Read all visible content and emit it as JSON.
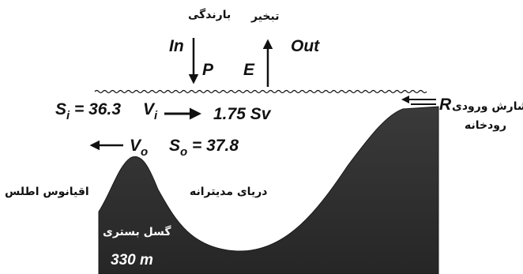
{
  "labels": {
    "precipitation_fa": "بارندگی",
    "evaporation_fa": "تبخیر",
    "in": "In",
    "out": "Out",
    "p": "P",
    "e": "E",
    "r": "R",
    "river_inflow_fa_1": "شارش ورودی",
    "river_inflow_fa_2": "رودخانه",
    "s_i_main": "S",
    "s_i_sub": "i",
    "s_i_value": " = 36.3",
    "v_i_main": "V",
    "v_i_sub": "i",
    "flow_value": "1.75 Sv",
    "v_o_main": "V",
    "v_o_sub": "o",
    "s_o_main": "S",
    "s_o_sub": "o",
    "s_o_value": " = 37.8",
    "atlantic_fa": "اقیانوس اطلس",
    "mediterranean_fa": "دریای مدیترانه",
    "sill_fa": "گسل بستری",
    "depth": "330 m"
  },
  "colors": {
    "seafloor": "#2e2e2e",
    "ink": "#111111",
    "background": "#ffffff"
  }
}
